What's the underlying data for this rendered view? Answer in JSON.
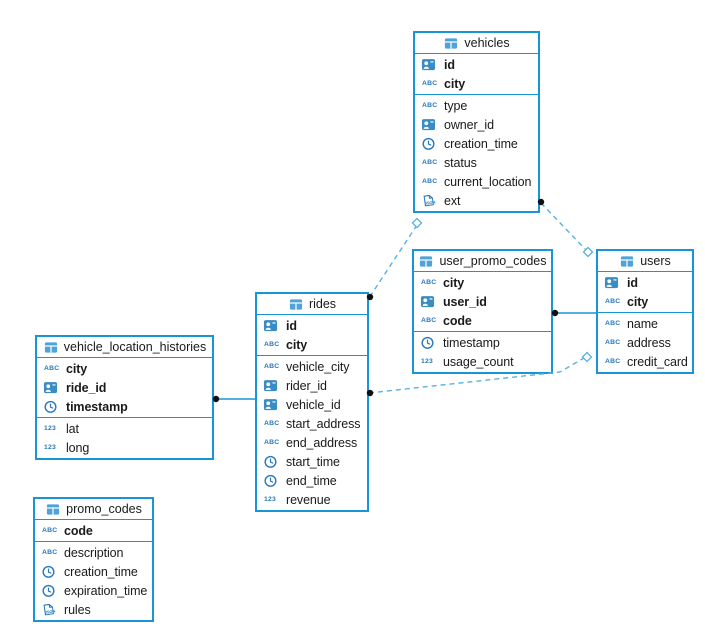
{
  "colors": {
    "table_border": "#1795d4",
    "dashed_line": "#58b1e2",
    "icon_blue": "#2878bf",
    "icon_fill": "#3a8cc5",
    "connector_dot": "#111111",
    "text": "#1a1a1a"
  },
  "icons": {
    "abc_label": "ABC",
    "number_label": "123",
    "json_label": "JSON"
  },
  "tables": [
    {
      "title": "vehicles",
      "pk": [
        {
          "name": "id",
          "type": "id"
        },
        {
          "name": "city",
          "type": "string"
        }
      ],
      "fields": [
        {
          "name": "type",
          "type": "string"
        },
        {
          "name": "owner_id",
          "type": "id"
        },
        {
          "name": "creation_time",
          "type": "timestamp"
        },
        {
          "name": "status",
          "type": "string"
        },
        {
          "name": "current_location",
          "type": "string"
        },
        {
          "name": "ext",
          "type": "json"
        }
      ]
    },
    {
      "title": "user_promo_codes",
      "pk": [
        {
          "name": "city",
          "type": "string"
        },
        {
          "name": "user_id",
          "type": "id"
        },
        {
          "name": "code",
          "type": "string"
        }
      ],
      "fields": [
        {
          "name": "timestamp",
          "type": "timestamp"
        },
        {
          "name": "usage_count",
          "type": "number"
        }
      ]
    },
    {
      "title": "users",
      "pk": [
        {
          "name": "id",
          "type": "id"
        },
        {
          "name": "city",
          "type": "string"
        }
      ],
      "fields": [
        {
          "name": "name",
          "type": "string"
        },
        {
          "name": "address",
          "type": "string"
        },
        {
          "name": "credit_card",
          "type": "string"
        }
      ]
    },
    {
      "title": "rides",
      "pk": [
        {
          "name": "id",
          "type": "id"
        },
        {
          "name": "city",
          "type": "string"
        }
      ],
      "fields": [
        {
          "name": "vehicle_city",
          "type": "string"
        },
        {
          "name": "rider_id",
          "type": "id"
        },
        {
          "name": "vehicle_id",
          "type": "id"
        },
        {
          "name": "start_address",
          "type": "string"
        },
        {
          "name": "end_address",
          "type": "string"
        },
        {
          "name": "start_time",
          "type": "timestamp"
        },
        {
          "name": "end_time",
          "type": "timestamp"
        },
        {
          "name": "revenue",
          "type": "number"
        }
      ]
    },
    {
      "title": "vehicle_location_histories",
      "pk": [
        {
          "name": "city",
          "type": "string"
        },
        {
          "name": "ride_id",
          "type": "id"
        },
        {
          "name": "timestamp",
          "type": "timestamp"
        }
      ],
      "fields": [
        {
          "name": "lat",
          "type": "number"
        },
        {
          "name": "long",
          "type": "number"
        }
      ]
    },
    {
      "title": "promo_codes",
      "pk": [
        {
          "name": "code",
          "type": "string"
        }
      ],
      "fields": [
        {
          "name": "description",
          "type": "string"
        },
        {
          "name": "creation_time",
          "type": "timestamp"
        },
        {
          "name": "expiration_time",
          "type": "timestamp"
        },
        {
          "name": "rules",
          "type": "json"
        }
      ]
    }
  ],
  "relations": [
    {
      "from": "vehicle_location_histories",
      "to": "rides",
      "style": "solid"
    },
    {
      "from": "user_promo_codes",
      "to": "users",
      "style": "solid"
    },
    {
      "from": "vehicles",
      "to": "rides",
      "style": "dashed"
    },
    {
      "from": "vehicles",
      "to": "users",
      "style": "dashed"
    },
    {
      "from": "rides",
      "to": "users",
      "style": "dashed"
    }
  ]
}
